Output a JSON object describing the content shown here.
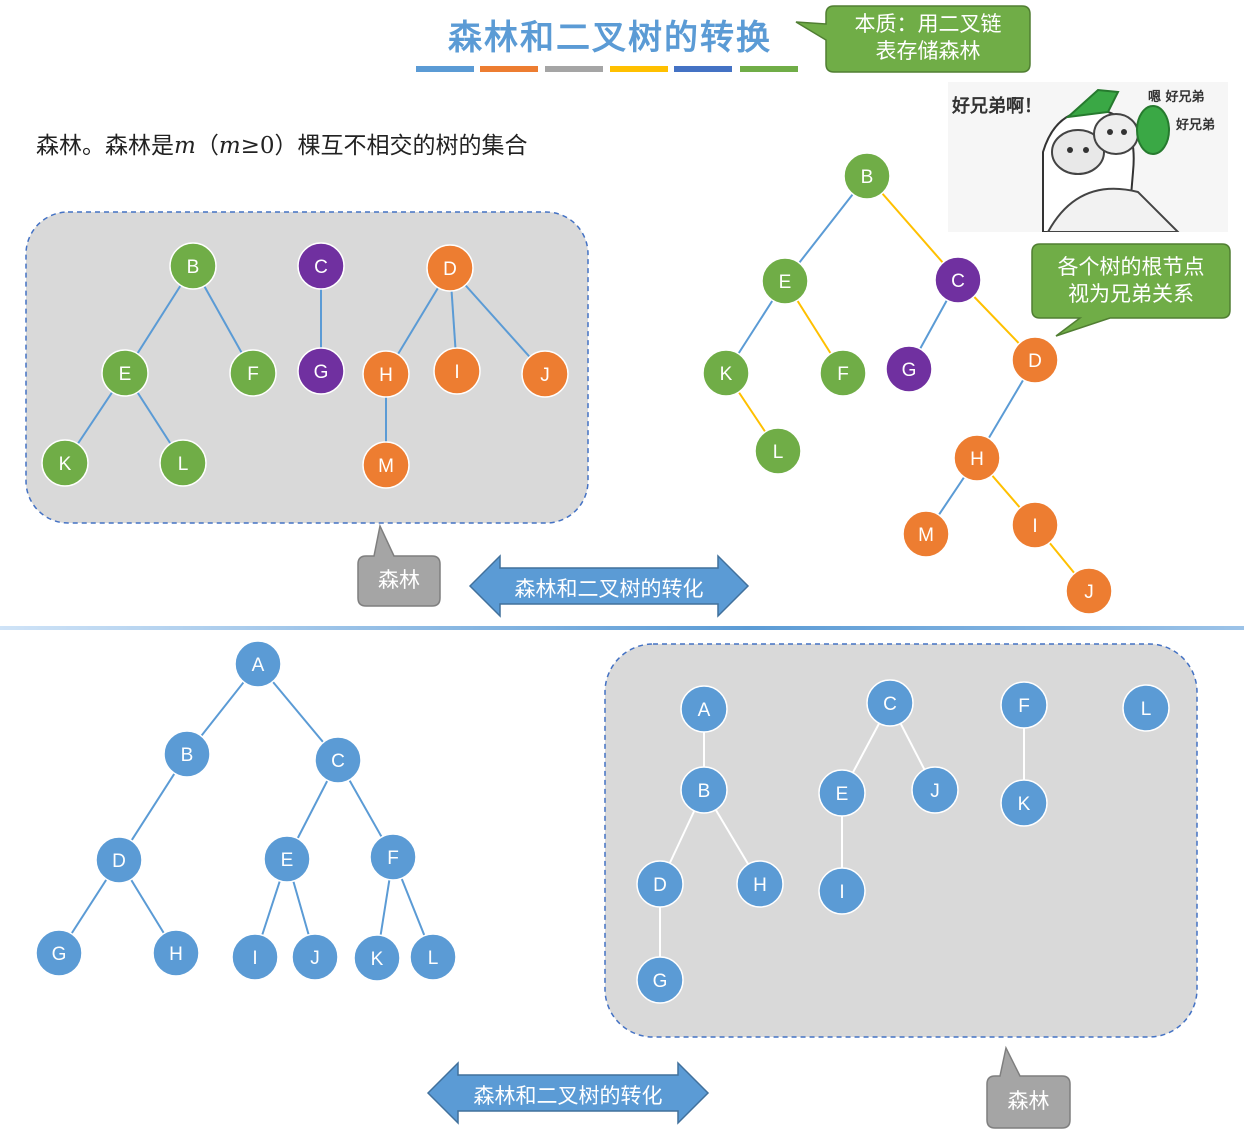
{
  "title": "森林和二叉树的转换",
  "title_bar_colors": [
    "#5b9bd5",
    "#ed7d31",
    "#a5a5a5",
    "#ffc000",
    "#4472c4",
    "#70ad47"
  ],
  "callouts": {
    "essence_line1": "本质：用二叉链",
    "essence_line2": "表存储森林",
    "siblings_line1": "各个树的根节点",
    "siblings_line2": "视为兄弟关系",
    "forest_top": "森林",
    "forest_bottom": "森林"
  },
  "intro": {
    "part1": "森林。森林是",
    "m1": "m",
    "part2": "（",
    "m2": "m",
    "part3": "≥0）棵互不相交的树的集合"
  },
  "arrows": {
    "top_label": "森林和二叉树的转化",
    "bottom_label": "森林和二叉树的转化"
  },
  "meme": {
    "text_left": "好兄弟啊！",
    "text_right1": "嗯 好兄弟",
    "text_right2": "好兄弟"
  },
  "colors": {
    "green": "#70ad47",
    "purple": "#7030a0",
    "orange": "#ed7d31",
    "blue": "#5b9bd5",
    "gold": "#ffc000",
    "panel": "#d9d9d9"
  },
  "diagrams": {
    "top_forest": {
      "nodes": [
        "B",
        "E",
        "F",
        "K",
        "L",
        "C",
        "G",
        "D",
        "H",
        "I",
        "J",
        "M"
      ],
      "edges": [
        [
          "B",
          "E"
        ],
        [
          "B",
          "F"
        ],
        [
          "E",
          "K"
        ],
        [
          "E",
          "L"
        ],
        [
          "C",
          "G"
        ],
        [
          "D",
          "H"
        ],
        [
          "D",
          "I"
        ],
        [
          "D",
          "J"
        ],
        [
          "H",
          "M"
        ]
      ]
    },
    "top_binary_tree": {
      "nodes": [
        "B",
        "E",
        "C",
        "K",
        "F",
        "G",
        "D",
        "L",
        "H",
        "M",
        "I",
        "J"
      ],
      "left_edges": [
        [
          "B",
          "E"
        ],
        [
          "E",
          "K"
        ],
        [
          "C",
          "G"
        ],
        [
          "D",
          "H"
        ],
        [
          "H",
          "M"
        ]
      ],
      "right_edges": [
        [
          "B",
          "C"
        ],
        [
          "E",
          "F"
        ],
        [
          "K",
          "L"
        ],
        [
          "C",
          "D"
        ],
        [
          "H",
          "I"
        ],
        [
          "I",
          "J"
        ]
      ]
    },
    "bottom_binary_tree": {
      "nodes": [
        "A",
        "B",
        "C",
        "D",
        "E",
        "F",
        "G",
        "H",
        "I",
        "J",
        "K",
        "L"
      ],
      "edges": [
        [
          "A",
          "B"
        ],
        [
          "A",
          "C"
        ],
        [
          "B",
          "D"
        ],
        [
          "D",
          "G"
        ],
        [
          "D",
          "H"
        ],
        [
          "C",
          "E"
        ],
        [
          "C",
          "F"
        ],
        [
          "E",
          "I"
        ],
        [
          "E",
          "J"
        ],
        [
          "F",
          "K"
        ],
        [
          "F",
          "L"
        ]
      ]
    },
    "bottom_forest": {
      "nodes": [
        "A",
        "B",
        "D",
        "H",
        "G",
        "C",
        "E",
        "J",
        "I",
        "F",
        "K",
        "L"
      ],
      "edges": [
        [
          "A",
          "B"
        ],
        [
          "B",
          "D"
        ],
        [
          "B",
          "H"
        ],
        [
          "D",
          "G"
        ],
        [
          "C",
          "E"
        ],
        [
          "C",
          "J"
        ],
        [
          "E",
          "I"
        ],
        [
          "F",
          "K"
        ]
      ]
    }
  }
}
